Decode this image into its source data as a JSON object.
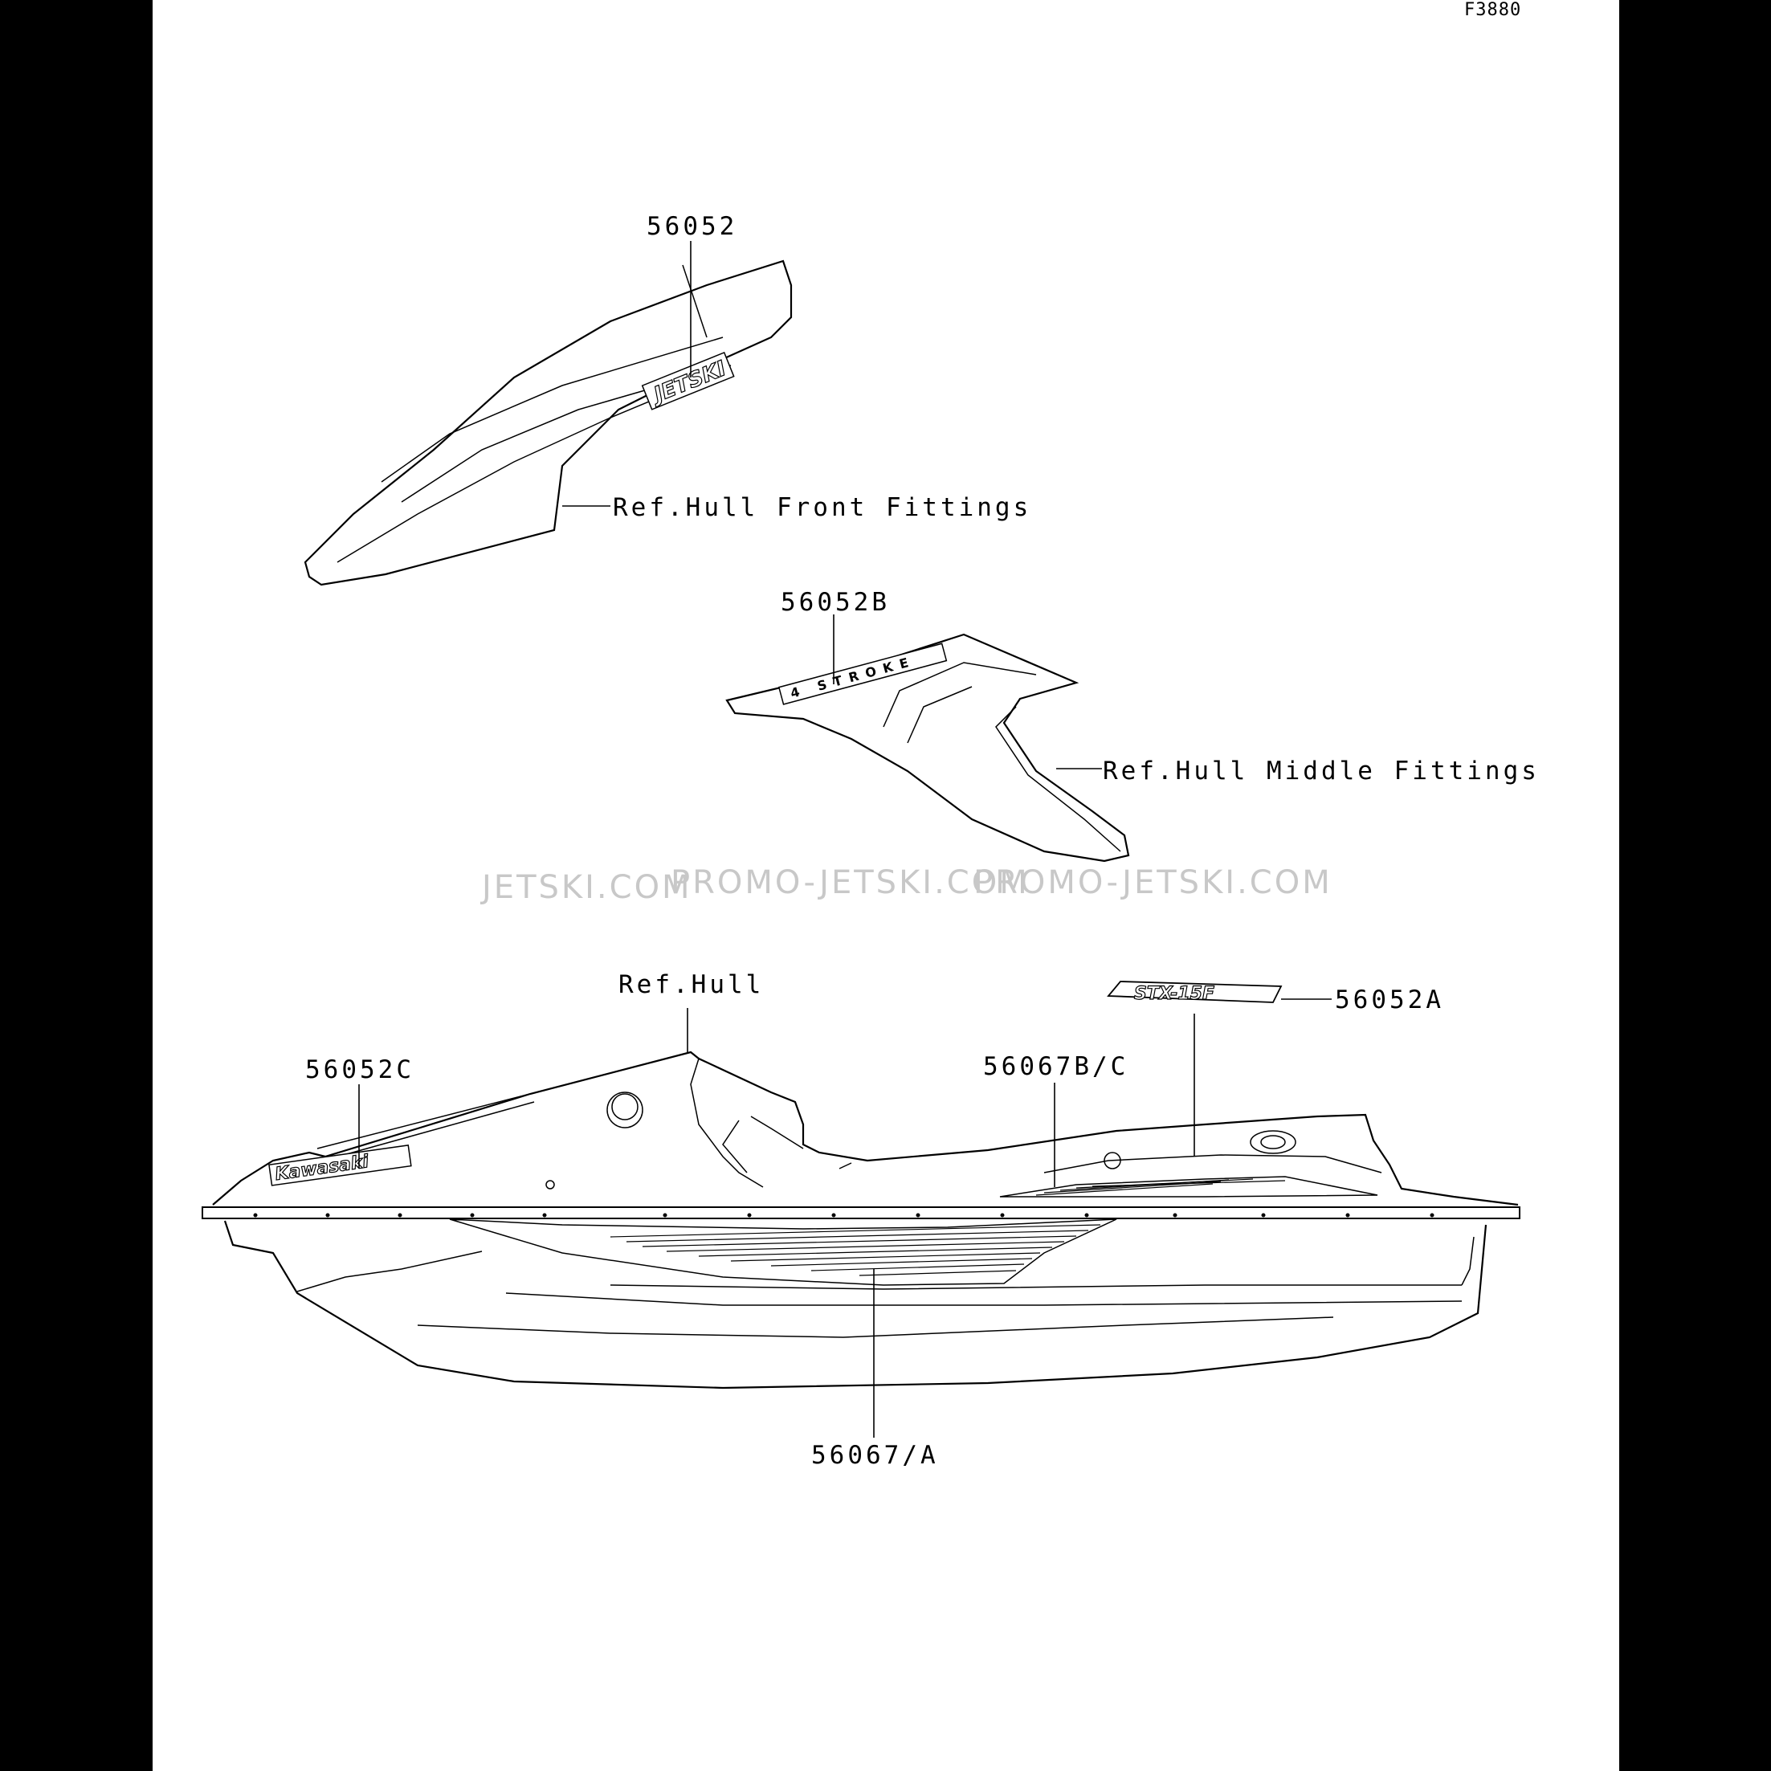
{
  "figure_code": "F3880",
  "labels": {
    "front_decal": "56052",
    "front_ref": "Ref.Hull Front Fittings",
    "middle_decal": "56052B",
    "middle_ref": "Ref.Hull Middle Fittings",
    "hull_ref": "Ref.Hull",
    "model_decal": "56052A",
    "kawasaki_decal": "56052C",
    "side_stripe_upper": "56067B/C",
    "side_stripe_lower": "56067/A"
  },
  "watermark": [
    "JETSKI.COM",
    "PROMO-JETSKI.COM",
    "PROMO-JETSKI.COM"
  ],
  "decal_texts": {
    "jetski": "JETSKI",
    "four_stroke": "4 STROKE",
    "kawasaki": "Kawasaki",
    "model": "STX-15F"
  }
}
